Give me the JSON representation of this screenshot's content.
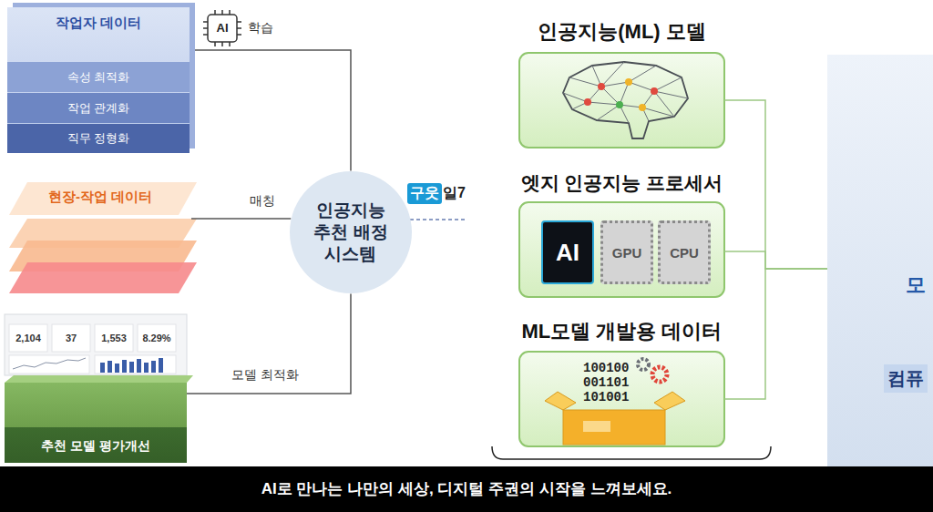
{
  "diagram": {
    "caption": "AI로 만나는 나만의 세상, 디지털 주권의 시작을 느껴보세요.",
    "nodes": [
      {
        "text": [
          "작업자 데이터"
        ]
      },
      {
        "text": [
          "속성 최적화"
        ],
        "in": 0
      },
      {
        "text": [
          "작업 관계화"
        ],
        "in": 0
      },
      {
        "text": [
          "직무 정형화"
        ],
        "in": 0
      },
      {
        "text": [
          "현장-작업 데이터"
        ]
      },
      {
        "text": [
          "추천 모델 평가개선"
        ]
      },
      {
        "text": [
          "인공지능 추천 배정 시스템"
        ]
      },
      {
        "text": [
          "인공지능(ML) 모델"
        ]
      },
      {
        "text": [
          "엣지 인공지능 프로세서"
        ]
      },
      {
        "text": [
          "AI"
        ],
        "in": 8
      },
      {
        "text": [
          "GPU"
        ],
        "in": 8
      },
      {
        "text": [
          "CPU"
        ],
        "in": 8
      },
      {
        "text": [
          "ML모델 개발용 데이터"
        ]
      },
      {
        "text": [
          "모",
          "컴퓨"
        ]
      }
    ],
    "edges": [
      {
        "from": 0,
        "to": 6,
        "label": "학습",
        "arrow": "none"
      },
      {
        "from": 4,
        "to": 6,
        "label": "매칭",
        "arrow": "none"
      },
      {
        "from": 5,
        "to": 6,
        "label": "모델 최적화",
        "arrow": "none"
      },
      {
        "from": 7,
        "to": 13,
        "arrow": "none"
      },
      {
        "from": 8,
        "to": 13,
        "arrow": "none"
      },
      {
        "from": 12,
        "to": 13,
        "arrow": "none"
      }
    ],
    "labels": [
      "AI",
      "구웃",
      "일7",
      "2,104",
      "37",
      "1,553",
      "8.29%",
      "100100",
      "001101",
      "101001"
    ]
  }
}
